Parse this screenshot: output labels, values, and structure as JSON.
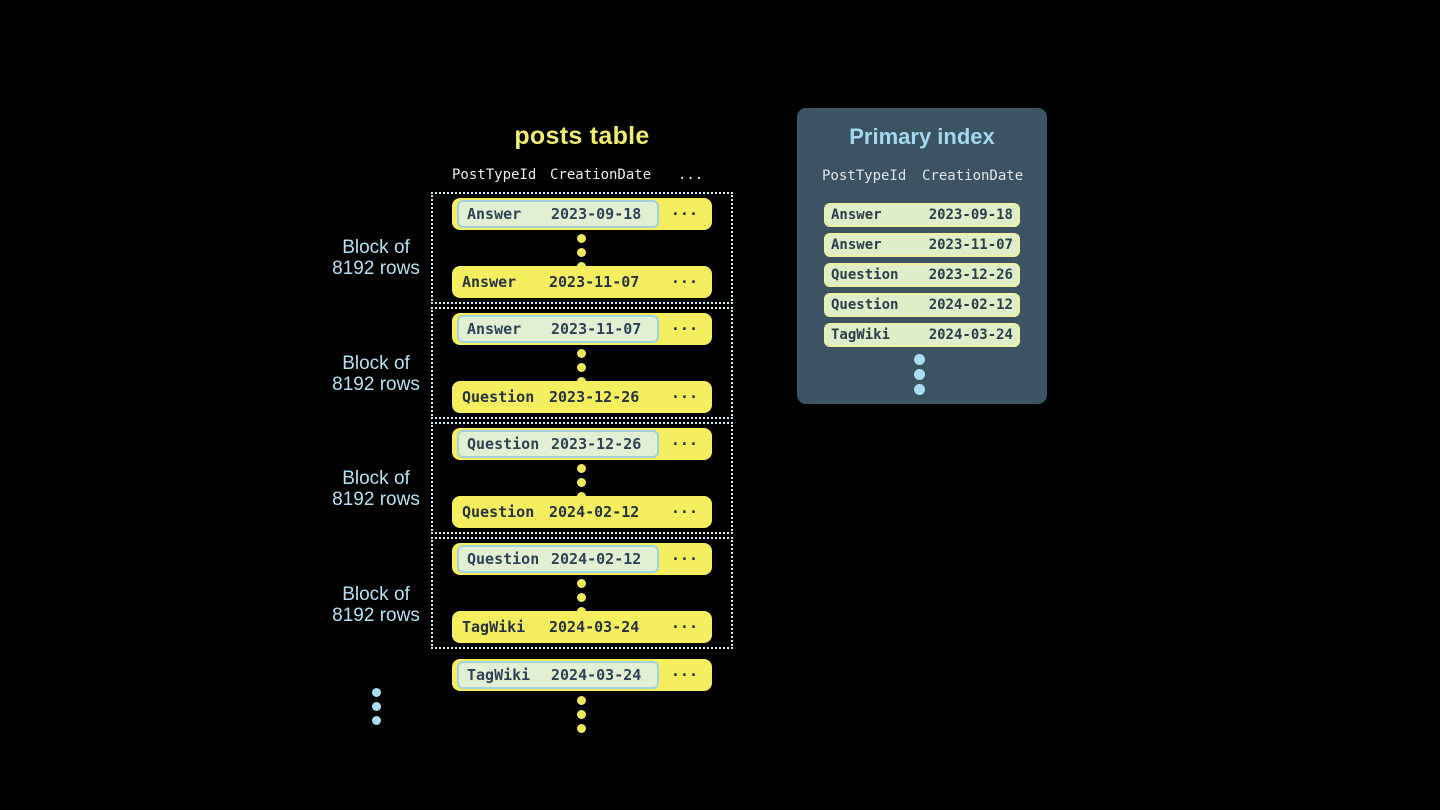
{
  "colors": {
    "background": "#000000",
    "row_yellow": "#f5ee5f",
    "highlight_fill": "#e2efd2",
    "highlight_border": "#a0d2e0",
    "row_text": "#27343f",
    "light_blue": "#b4e1f2",
    "panel_slate": "#3c5363",
    "index_row_fill": "#ddeec8",
    "index_row_border": "#eef2a0",
    "title_yellow": "#f2ee6d",
    "dotted_border": "#d3ebf3"
  },
  "posts_table": {
    "title": "posts table",
    "columns": {
      "type": "PostTypeId",
      "date": "CreationDate",
      "more": "..."
    },
    "ellipsis": "...",
    "block_label": {
      "line1": "Block of",
      "line2": "8192 rows"
    },
    "blocks": [
      {
        "first": {
          "type": "Answer",
          "date": "2023-09-18"
        },
        "last": {
          "type": "Answer",
          "date": "2023-11-07"
        }
      },
      {
        "first": {
          "type": "Answer",
          "date": "2023-11-07"
        },
        "last": {
          "type": "Question",
          "date": "2023-12-26"
        }
      },
      {
        "first": {
          "type": "Question",
          "date": "2023-12-26"
        },
        "last": {
          "type": "Question",
          "date": "2024-02-12"
        }
      },
      {
        "first": {
          "type": "Question",
          "date": "2024-02-12"
        },
        "last": {
          "type": "TagWiki",
          "date": "2024-03-24"
        }
      }
    ],
    "tail_row": {
      "type": "TagWiki",
      "date": "2024-03-24"
    }
  },
  "primary_index": {
    "title": "Primary index",
    "columns": {
      "type": "PostTypeId",
      "date": "CreationDate"
    },
    "rows": [
      {
        "type": "Answer",
        "date": "2023-09-18"
      },
      {
        "type": "Answer",
        "date": "2023-11-07"
      },
      {
        "type": "Question",
        "date": "2023-12-26"
      },
      {
        "type": "Question",
        "date": "2024-02-12"
      },
      {
        "type": "TagWiki",
        "date": "2024-03-24"
      }
    ]
  }
}
